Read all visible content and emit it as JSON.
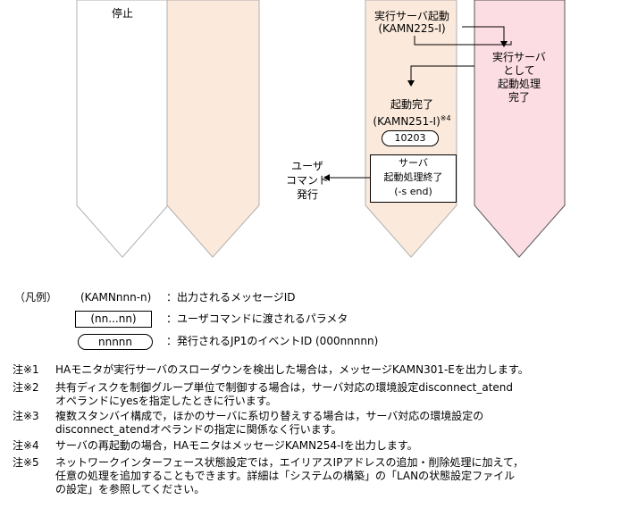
{
  "diagram": {
    "lane1_label": "停止",
    "start_label_line1": "実行サーバ起動",
    "start_label_line2": "(KAMN225-I)",
    "lane4_line1": "実行サーバ",
    "lane4_line2": "として",
    "lane4_line3": "起動処理",
    "lane4_line4": "完了",
    "complete_line1": "起動完了",
    "complete_line2": "(KAMN251-I)",
    "complete_sup": "※4",
    "event_id": "10203",
    "user_cmd_line1": "ユーザ",
    "user_cmd_line2": "コマンド",
    "user_cmd_line3": "発行",
    "box_line1": "サーバ",
    "box_line2": "起動処理終了",
    "box_line3": "(-s end)",
    "colors": {
      "beige": "#FBE9DB",
      "pink": "#FCDDE3",
      "stroke": "#B0B0B0"
    }
  },
  "legend": {
    "title": "（凡例）",
    "msg_sample": "(KAMNnnn-n)",
    "msg_desc": "：出力されるメッセージID",
    "param_sample": "(nn...nn)",
    "param_desc": "：ユーザコマンドに渡されるパラメタ",
    "event_sample": "nnnnn",
    "event_desc": "：発行されるJP1のイベントID (000nnnnn)"
  },
  "notes": [
    {
      "mark": "注※1",
      "lines": [
        "HAモニタが実行サーバのスローダウンを検出した場合は，メッセージKAMN301-Eを出力します。"
      ]
    },
    {
      "mark": "注※2",
      "lines": [
        "共有ディスクを制御グループ単位で制御する場合は，サーバ対応の環境設定disconnect_atend",
        "オペランドにyesを指定したときに行います。"
      ]
    },
    {
      "mark": "注※3",
      "lines": [
        "複数スタンバイ構成で，ほかのサーバに系切り替えする場合は，サーバ対応の環境設定の",
        "disconnect_atendオペランドの指定に関係なく行います。"
      ]
    },
    {
      "mark": "注※4",
      "lines": [
        "サーバの再起動の場合，HAモニタはメッセージKAMN254-Iを出力します。"
      ]
    },
    {
      "mark": "注※5",
      "lines": [
        "ネットワークインターフェース状態設定では，エイリアスIPアドレスの追加・削除処理に加えて，",
        "任意の処理を追加することもできます。詳細は「システムの構築」の「LANの状態設定ファイル",
        "の設定」を参照してください。"
      ]
    }
  ]
}
